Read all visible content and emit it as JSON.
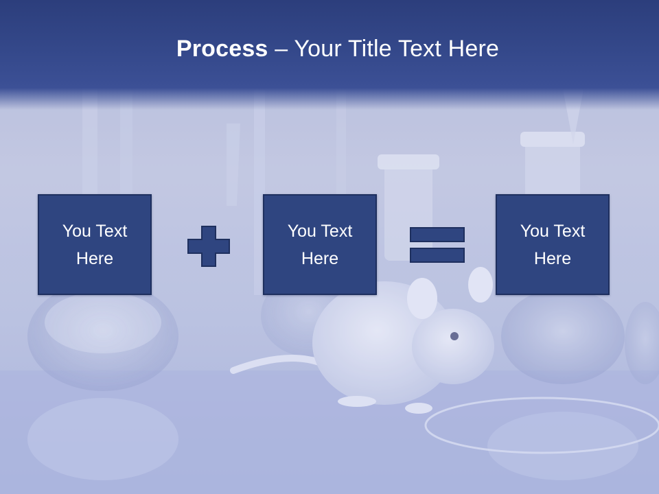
{
  "slide": {
    "title_bold": "Process",
    "title_sep": " – ",
    "title_rest": "Your Title Text Here"
  },
  "boxes": [
    {
      "text": "You Text Here"
    },
    {
      "text": "You Text Here"
    },
    {
      "text": "You Text Here"
    }
  ],
  "operators": [
    "plus-icon",
    "equals-icon"
  ],
  "colors": {
    "header": "#2c3e7c",
    "box_fill": "#2f4580",
    "box_border": "#1e2f5e",
    "operator_fill": "#2f4580",
    "background_tint": "#c6cce4"
  }
}
